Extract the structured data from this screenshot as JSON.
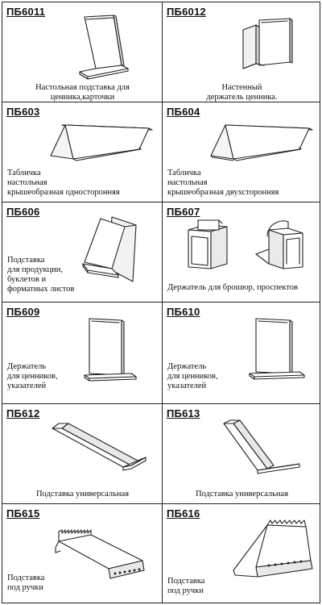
{
  "products": [
    {
      "code": "ПБ6011",
      "caption": "Настольная подставка для\nценника,карточки"
    },
    {
      "code": "ПБ6012",
      "caption": "Настенный\nдержатель ценника."
    },
    {
      "code": "ПБ603",
      "caption": "Табличка\nнастольная\nкрышеобразная односторонняя"
    },
    {
      "code": "ПБ604",
      "caption": "Табличка\nнастольная\nкрышеобразная двухсторонняя"
    },
    {
      "code": "ПБ606",
      "caption": "Подставка\nдля продукции,\nбуклетов и\nформатных листов"
    },
    {
      "code": "ПБ607",
      "caption": "Держатель для брошюр, проспектов"
    },
    {
      "code": "ПБ609",
      "caption": "Держатель\nдля ценников,\nуказателей"
    },
    {
      "code": "ПБ610",
      "caption": "Держатель\nдля ценников,\nуказателей"
    },
    {
      "code": "ПБ612",
      "caption": "Подставка универсальная"
    },
    {
      "code": "ПБ613",
      "caption": "Подставка универсальная"
    },
    {
      "code": "ПБ615",
      "caption": "Подставка\nпод ручки"
    },
    {
      "code": "ПБ616",
      "caption": "Подставка\nпод ручки"
    }
  ]
}
